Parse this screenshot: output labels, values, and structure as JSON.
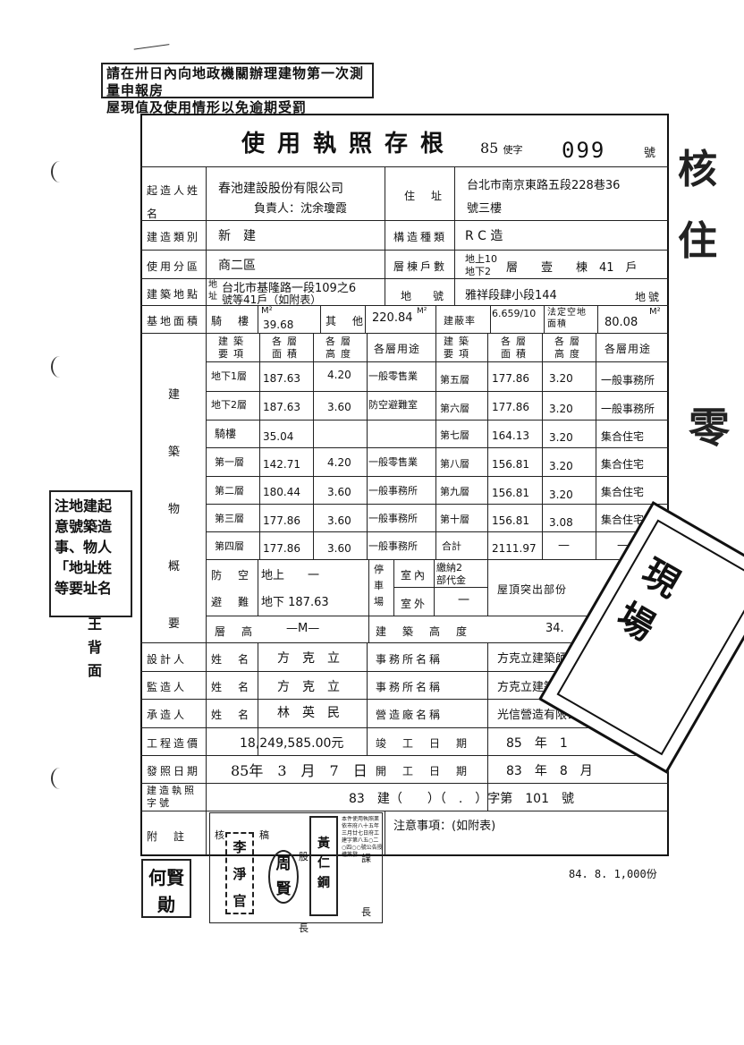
{
  "top_note": [
    "請在卅日內向地政機關辦理建物第一次測量申報房",
    "屋現值及使用情形以免逾期受罰"
  ],
  "side_note": [
    "注地建起",
    "意號築造",
    "事、物人",
    "「地址姓",
    "等要址名"
  ],
  "side_note_tail": [
    "王",
    "背",
    "面"
  ],
  "title": "使用執照存根",
  "title_year": "85",
  "title_word": "使字",
  "title_number": "099",
  "title_hao": "號",
  "rows": {
    "builder_label": "起造人姓名",
    "builder_company": "春池建設股份有限公司",
    "builder_rep": "負責人：沈余瓊霞",
    "address_label": "住址",
    "address_value": [
      "台北市南京東路五段228巷36",
      "號三樓"
    ],
    "type_label": "建造類別",
    "type_value": "新　建",
    "structure_label": "構造種類",
    "structure_value": "R C 造",
    "zone_label": "使用分區",
    "zone_value": "商二區",
    "floors_label": "層棟戶數",
    "floors_above": "地上10",
    "floors_below": "地下2",
    "floors_text": "層　　壹　　棟　41　戶",
    "site_label": "建築地點",
    "site_address": [
      "台北市基隆路一段109之6",
      "號等41戶（如附表）"
    ],
    "site_addr_mark": "地址",
    "lot_label": "地　號",
    "lot_value": "雅祥段肆小段144",
    "lot_suffix": "地號",
    "base_label": "基地面積",
    "arcade_label": "騎　樓",
    "arcade_value": "39.68",
    "other_label": "其　他",
    "other_value": "220.84",
    "coverage_label": "建蔽率",
    "coverage_value": "6.659/10",
    "open_label": "法定空地面積",
    "open_value": "80.08",
    "unit_m2": "M²"
  },
  "building_label": "建築物概要",
  "floor_headers": {
    "item": "建築要項",
    "area": "各層面積",
    "height": "各層高度",
    "use": "各層用途"
  },
  "floors_left": [
    {
      "name": "地下1層",
      "area": "187.63",
      "height": "4.20",
      "use": "一般零售業"
    },
    {
      "name": "地下2層",
      "area": "187.63",
      "height": "3.60",
      "use": "防空避難室"
    },
    {
      "name": "騎樓",
      "area": "35.04",
      "height": "",
      "use": ""
    },
    {
      "name": "第一層",
      "area": "142.71",
      "height": "4.20",
      "use": "一般零售業"
    },
    {
      "name": "第二層",
      "area": "180.44",
      "height": "3.60",
      "use": "一般事務所"
    },
    {
      "name": "第三層",
      "area": "177.86",
      "height": "3.60",
      "use": "一般事務所"
    },
    {
      "name": "第四層",
      "area": "177.86",
      "height": "3.60",
      "use": "一般事務所"
    }
  ],
  "floors_right": [
    {
      "name": "第五層",
      "area": "177.86",
      "height": "3.20",
      "use": "一般事務所"
    },
    {
      "name": "第六層",
      "area": "177.86",
      "height": "3.20",
      "use": "一般事務所"
    },
    {
      "name": "第七層",
      "area": "164.13",
      "height": "3.20",
      "use": "集合住宅"
    },
    {
      "name": "第八層",
      "area": "156.81",
      "height": "3.20",
      "use": "集合住宅"
    },
    {
      "name": "第九層",
      "area": "156.81",
      "height": "3.20",
      "use": "集合住宅"
    },
    {
      "name": "第十層",
      "area": "156.81",
      "height": "3.08",
      "use": "集合住宅"
    },
    {
      "name": "合計",
      "area": "2111.97",
      "height": "—",
      "use": "—"
    }
  ],
  "shelter": {
    "label1": "防　空",
    "label2": "避　難",
    "above": "地上　　一",
    "below": "地下 187.63",
    "parking_label": "停車場",
    "indoor_label": "室內",
    "indoor_value": [
      "繳納2",
      "部代金"
    ],
    "outdoor_label": "室外",
    "outdoor_value": "一",
    "roof_label": "屋頂突出部份"
  },
  "height_row": {
    "label": "層　高",
    "value": "—M—",
    "bldg_label": "建　築　高　度",
    "bldg_value": "34."
  },
  "people": [
    {
      "role": "設計人",
      "name_label": "姓　名",
      "name": "方　克　立",
      "firm_label": "事務所名稱",
      "firm": "方克立建築師事務所"
    },
    {
      "role": "監造人",
      "name_label": "姓　名",
      "name": "方　克　立",
      "firm_label": "事務所名稱",
      "firm": "方克立建築師事務所"
    },
    {
      "role": "承造人",
      "name_label": "姓　名",
      "name": "林　英　民",
      "firm_label": "營造廠名稱",
      "firm": "光信營造有限公司"
    }
  ],
  "cost": {
    "label": "工程造價",
    "value": "18,249,585.00元",
    "done_label": "竣　工　日　期",
    "done_value": "85　年　1"
  },
  "issue": {
    "label": "發照日期",
    "value": "85年　3　月　7　日",
    "start_label": "開　工　日　期",
    "start_value": "83　年　8　月"
  },
  "permit": {
    "label": "建造執照字號",
    "value": "83　建（　　）（　.　）字第　101　號"
  },
  "remark": {
    "label": "附　註",
    "notice": "注意事項：(如附表)"
  },
  "approvals": [
    "核",
    "稿",
    "股長",
    "課長"
  ],
  "seals": [
    "何賢勛",
    "李淨官",
    "周賢",
    "黃仁鋼"
  ],
  "seal_note": "本件使用執照業依市府八十五年三月廿七日府工建字第八五○二○四○○號公告授權簽發",
  "footer": "84. 8. 1,000份",
  "stamp_text": [
    "現",
    "場"
  ]
}
